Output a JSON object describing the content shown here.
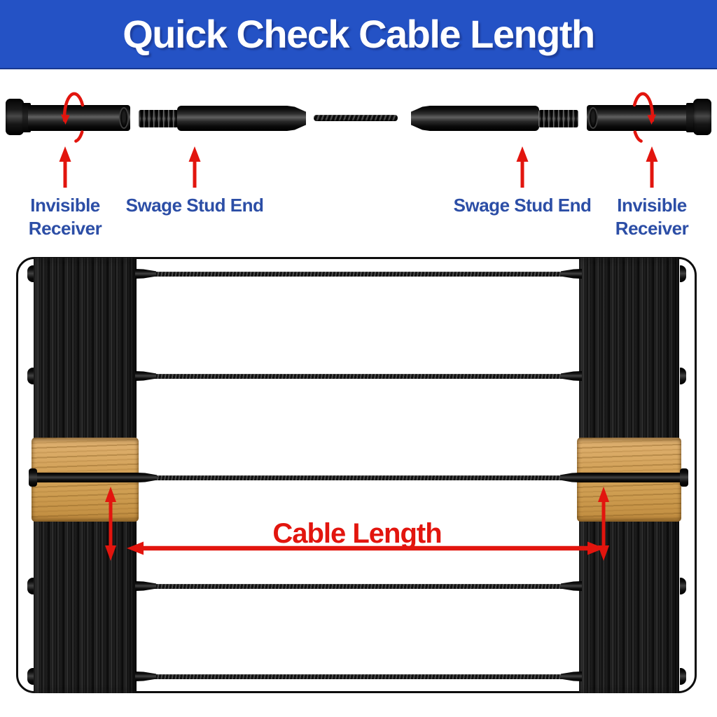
{
  "header": {
    "title": "Quick Check Cable Length"
  },
  "assembly": {
    "labels": {
      "receiver_left": "Invisible\nReceiver",
      "stud_left": "Swage Stud End",
      "stud_right": "Swage Stud End",
      "receiver_right": "Invisible\nReceiver"
    }
  },
  "railing": {
    "dimension_label": "Cable Length",
    "cable_count": 5
  },
  "colors": {
    "banner_blue": "#2452c5",
    "label_blue": "#2c4ea6",
    "annotation_red": "#e2150e",
    "wood_tan": "#d2a158",
    "post_dark": "#1c1c1c",
    "frame_black": "#0d0d0d"
  }
}
